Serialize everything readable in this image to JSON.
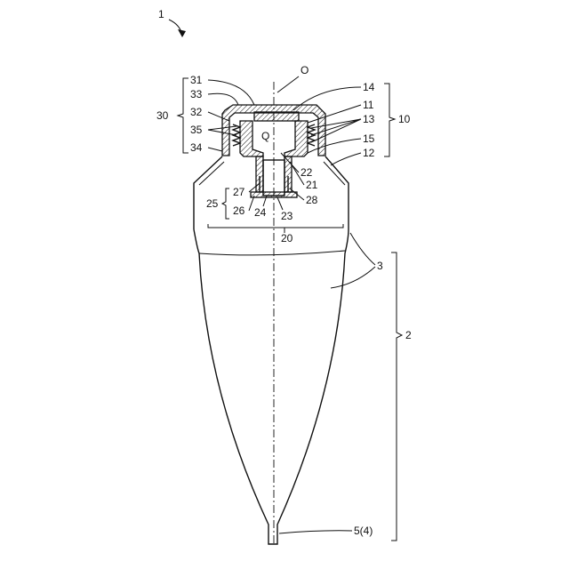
{
  "labels": {
    "fig": "1",
    "axis_o": "O",
    "point_q": "Q",
    "l31": "31",
    "l33": "33",
    "l32": "32",
    "l35": "35",
    "l34": "34",
    "l30": "30",
    "l14": "14",
    "l11": "11",
    "l13": "13",
    "l15": "15",
    "l12": "12",
    "l10": "10",
    "l22": "22",
    "l21": "21",
    "l28": "28",
    "l27": "27",
    "l26": "26",
    "l25": "25",
    "l24": "24",
    "l23": "23",
    "l20": "20",
    "l3": "3",
    "l2": "2",
    "l5": "5(4)"
  }
}
